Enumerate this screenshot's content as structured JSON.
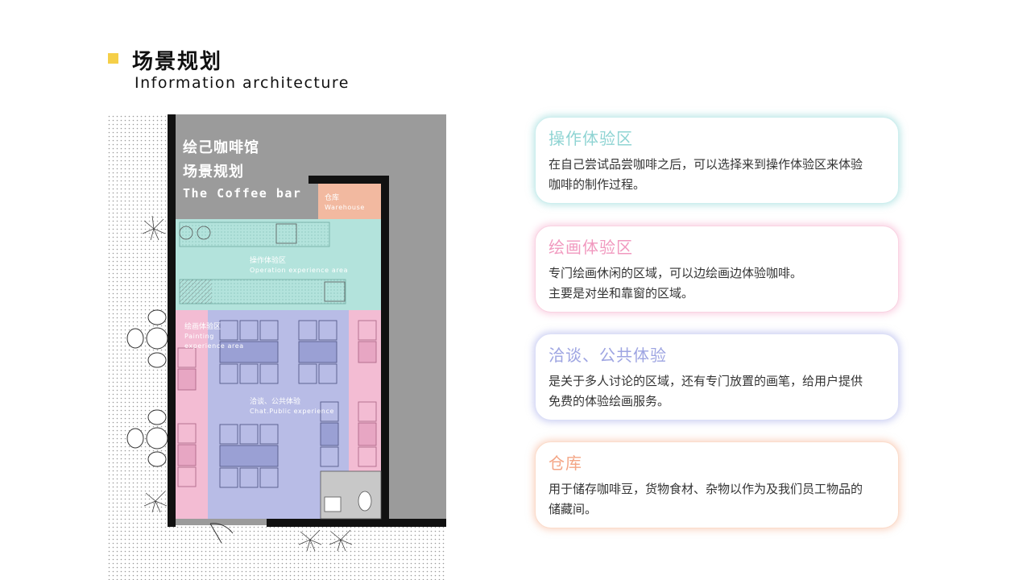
{
  "header": {
    "title_zh": "场景规划",
    "title_en": "Information architecture",
    "accent_color": "#f5cf48"
  },
  "floorplan": {
    "title_line1": "绘己咖啡馆",
    "title_line2": "场景规划",
    "title_line3": "The Coffee bar",
    "zones": {
      "warehouse": {
        "zh": "仓库",
        "en": "Warehouse",
        "color": "#f2b9a0"
      },
      "operation": {
        "zh": "操作体验区",
        "en": "Operation experience area",
        "color": "#b3e3dc"
      },
      "painting": {
        "zh": "绘画体验区",
        "en_line1": "Painting",
        "en_line2": "experience area",
        "color": "#f3bcd3"
      },
      "chat": {
        "zh": "洽谈、公共体验",
        "en": "Chat.Public experience",
        "color": "#b8bce6"
      }
    }
  },
  "cards": [
    {
      "title": "操作体验区",
      "body": "在自己尝试品尝咖啡之后，可以选择来到操作体验区来体验\n咖啡的制作过程。"
    },
    {
      "title": "绘画体验区",
      "body": "专门绘画休闲的区域，可以边绘画边体验咖啡。\n主要是对坐和靠窗的区域。"
    },
    {
      "title": "洽谈、公共体验",
      "body": "是关于多人讨论的区域，还有专门放置的画笔，给用户提供\n免费的体验绘画服务。"
    },
    {
      "title": "仓库",
      "body": "用于储存咖啡豆，货物食材、杂物以作为及我们员工物品的\n储藏间。"
    }
  ]
}
